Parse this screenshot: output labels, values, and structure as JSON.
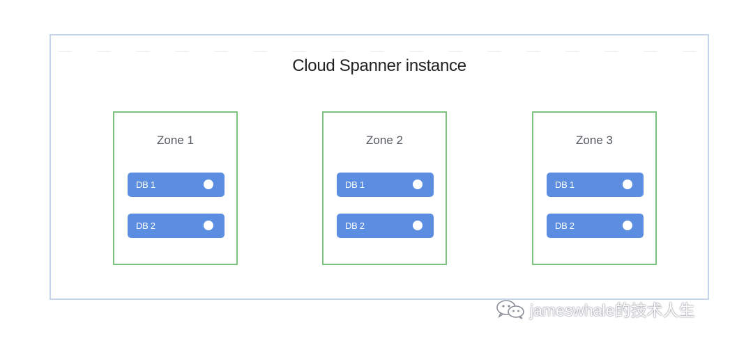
{
  "instance": {
    "title": "Cloud Spanner instance"
  },
  "zones": [
    {
      "title": "Zone 1",
      "databases": [
        {
          "label": "DB 1"
        },
        {
          "label": "DB 2"
        }
      ]
    },
    {
      "title": "Zone 2",
      "databases": [
        {
          "label": "DB 1"
        },
        {
          "label": "DB 2"
        }
      ]
    },
    {
      "title": "Zone 3",
      "databases": [
        {
          "label": "DB 1"
        },
        {
          "label": "DB 2"
        }
      ]
    }
  ],
  "colors": {
    "instance_border": "#c5d5ee",
    "zone_border": "#7bc47f",
    "db_fill": "#5b8ee0"
  },
  "watermark": {
    "icon": "wechat-icon",
    "text": "jameswhale的技术人生"
  }
}
